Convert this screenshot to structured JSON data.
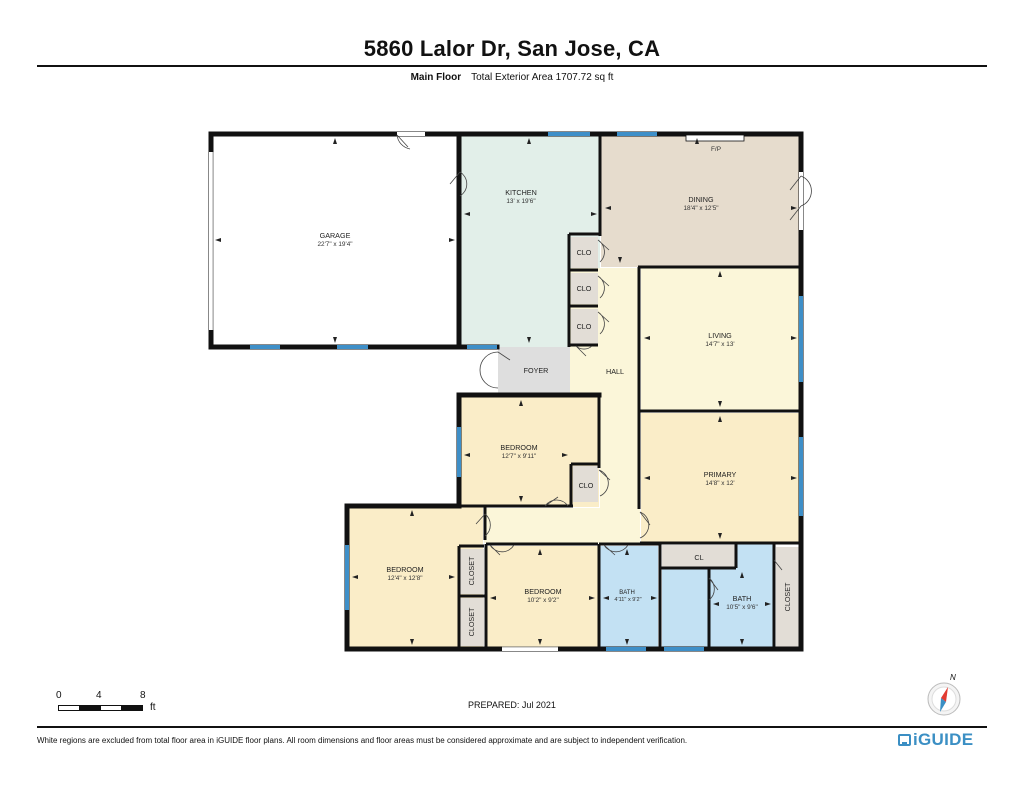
{
  "header": {
    "address": "5860 Lalor Dr, San Jose, CA",
    "floor_name": "Main Floor",
    "area_text": "Total Exterior Area 1707.72 sq ft"
  },
  "plan": {
    "fireplace": "F/P",
    "rooms": {
      "garage": {
        "name": "GARAGE",
        "dims": "22'7\" x 19'4\"",
        "color": "#ffffff"
      },
      "kitchen": {
        "name": "KITCHEN",
        "dims": "13' x 19'6\"",
        "color": "#e2efe9"
      },
      "dining": {
        "name": "DINING",
        "dims": "18'4\" x 12'5\"",
        "color": "#e6dccd"
      },
      "living": {
        "name": "LIVING",
        "dims": "14'7\" x 13'",
        "color": "#fbf6d9"
      },
      "hall": {
        "name": "HALL",
        "color": "#fbf6d9"
      },
      "foyer": {
        "name": "FOYER",
        "color": "#dedede"
      },
      "clo1": {
        "name": "CLO"
      },
      "clo2": {
        "name": "CLO"
      },
      "clo3": {
        "name": "CLO"
      },
      "clo4": {
        "name": "CLO"
      },
      "bedroom1": {
        "name": "BEDROOM",
        "dims": "12'7\" x 9'11\"",
        "color": "#faedc8"
      },
      "primary": {
        "name": "PRIMARY",
        "dims": "14'8\" x 12'",
        "color": "#faedc8"
      },
      "bedroom2": {
        "name": "BEDROOM",
        "dims": "12'4\" x 12'8\"",
        "color": "#faedc8"
      },
      "bedroom3": {
        "name": "BEDROOM",
        "dims": "10'2\" x 9'2\"",
        "color": "#faedc8"
      },
      "closet1": {
        "name": "CLOSET"
      },
      "closet2": {
        "name": "CLOSET"
      },
      "bath1": {
        "name": "BATH",
        "dims": "4'11\" x 9'2\"",
        "color": "#c3e1f3"
      },
      "cl": {
        "name": "CL"
      },
      "bath2": {
        "name": "BATH",
        "dims": "10'5\" x 9'6\"",
        "color": "#c3e1f3"
      },
      "closet3": {
        "name": "CLOSET"
      }
    },
    "closet_color": "#e2ddd6",
    "wall_color": "#111111",
    "window_color": "#3e8fc8"
  },
  "scale": {
    "t0": "0",
    "t4": "4",
    "t8": "8",
    "unit": "ft"
  },
  "prepared": "PREPARED: Jul 2021",
  "compass_label": "N",
  "footer": {
    "disclaimer": "White regions are excluded from total floor area in iGUIDE floor plans. All room dimensions and floor areas must be considered approximate and are subject to independent verification.",
    "logo": "iGUIDE"
  }
}
